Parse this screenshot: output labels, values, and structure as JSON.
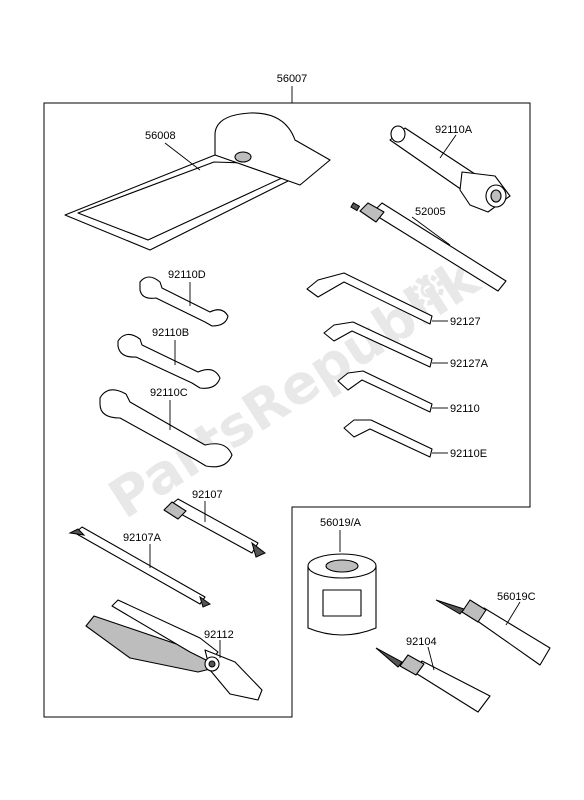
{
  "watermark": {
    "text": "PartsRepublik",
    "gear_icon": "gear-icon"
  },
  "labels": {
    "kit": "56007",
    "bag": "56008",
    "spark_plug_wrench": "92110A",
    "handle": "52005",
    "wrench_d": "92110D",
    "wrench_b": "92110B",
    "wrench_c": "92110C",
    "hex_1": "92127",
    "hex_2": "92127A",
    "hex_3": "92110",
    "hex_4": "92110E",
    "screwdriver": "92107",
    "screwdriver_bit": "92107A",
    "pliers": "92112",
    "oil_filter": "56019/A",
    "grease_c": "56019C",
    "bond": "92104"
  }
}
